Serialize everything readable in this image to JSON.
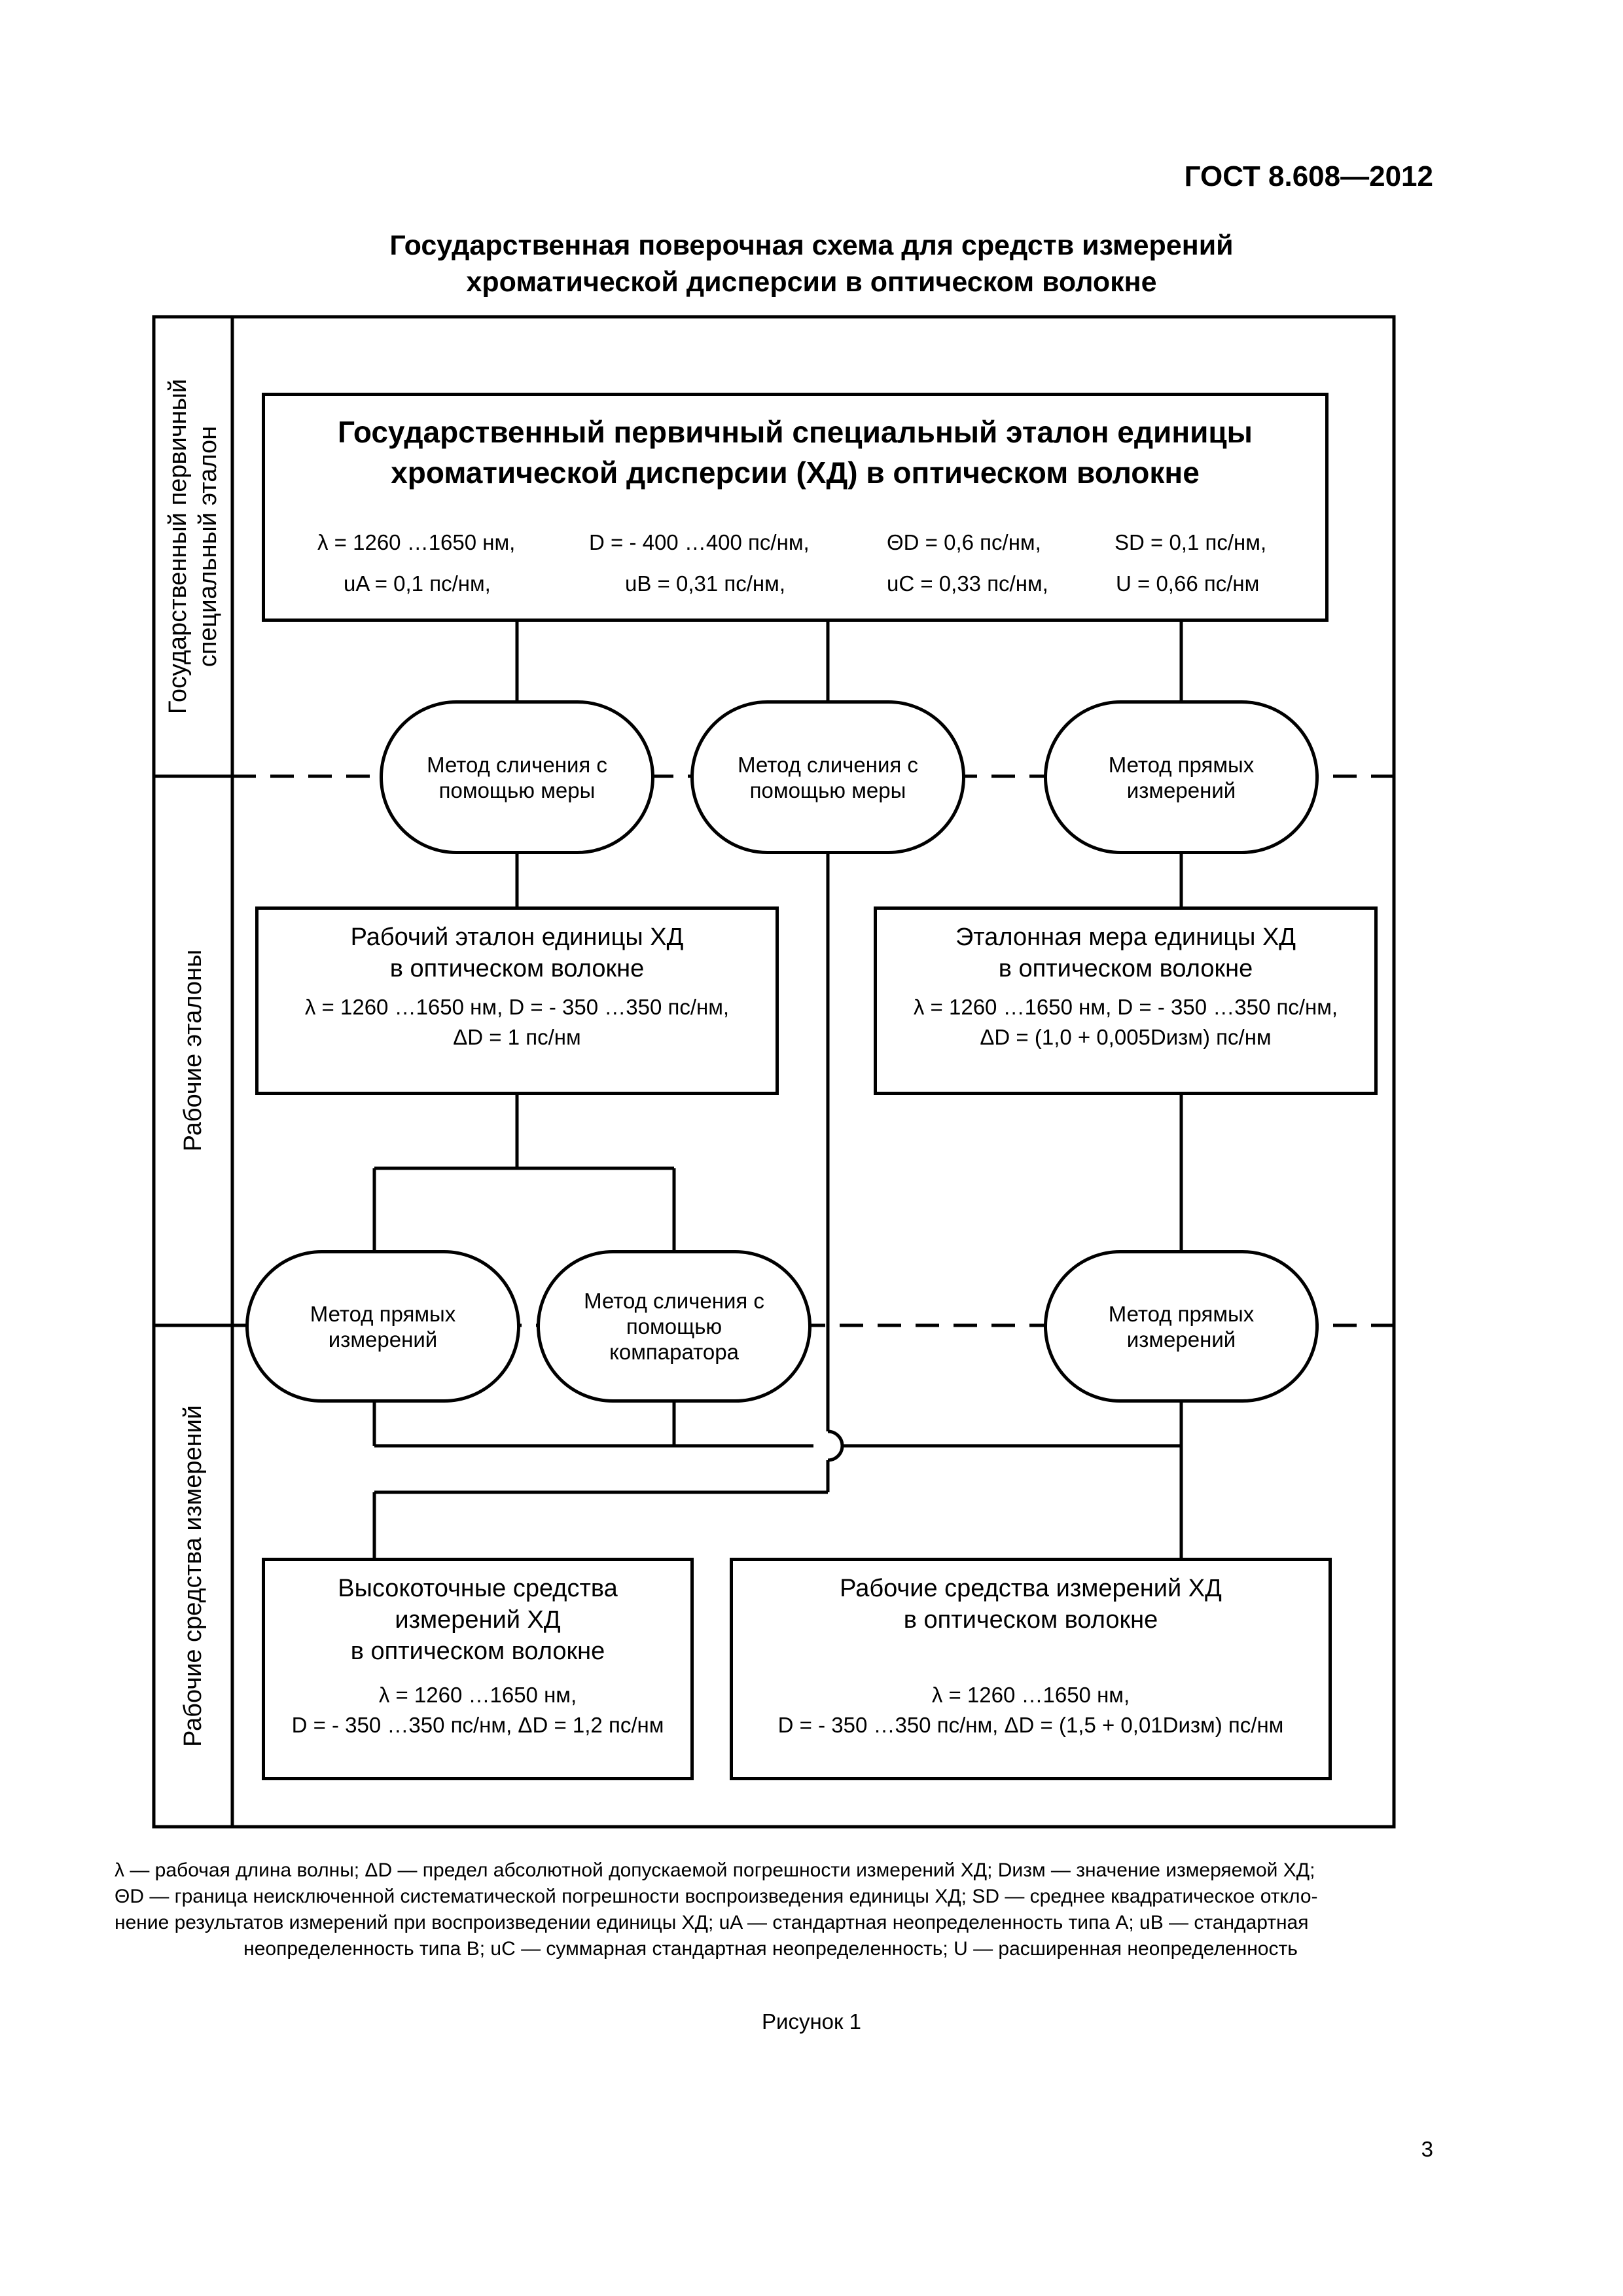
{
  "header": {
    "doc_number": "ГОСТ 8.608—2012"
  },
  "title": {
    "line1": "Государственная поверочная схема для средств измерений",
    "line2": "хроматической дисперсии в оптическом волокне"
  },
  "side_labels": {
    "primary_line1": "Государственный первичный",
    "primary_line2": "специальный эталон",
    "working_standards": "Рабочие эталоны",
    "working_instruments": "Рабочие средства измерений"
  },
  "primary_standard": {
    "title_line1": "Государственный первичный специальный эталон единицы",
    "title_line2": "хроматической дисперсии (ХД) в оптическом волокне",
    "row1": [
      "λ = 1260 …1650 нм,",
      "D = - 400 …400 пс/нм,",
      "ΘD = 0,6 пс/нм,",
      "SD = 0,1 пс/нм,"
    ],
    "row2": [
      "uA = 0,1 пс/нм,",
      "uB = 0,31 пс/нм,",
      "uC = 0,33 пс/нм,",
      "U = 0,66 пс/нм"
    ]
  },
  "methods": {
    "m1": "Метод сличения с помощью меры",
    "m2": "Метод сличения с помощью меры",
    "m3": "Метод прямых измерений",
    "m4": "Метод прямых измерений",
    "m5": "Метод сличения с помощью компаратора",
    "m6": "Метод прямых измерений"
  },
  "working_standard": {
    "title_line1": "Рабочий эталон единицы ХД",
    "title_line2": "в оптическом волокне",
    "param1": "λ = 1260 …1650 нм, D = - 350 …350 пс/нм,",
    "param2": "ΔD = 1 пс/нм"
  },
  "reference_measure": {
    "title_line1": "Эталонная мера единицы ХД",
    "title_line2": "в оптическом волокне",
    "param1": "λ = 1260 …1650 нм, D = - 350 …350 пс/нм,",
    "param2": "ΔD = (1,0 + 0,005Dизм) пс/нм"
  },
  "high_precision": {
    "title_line1": "Высокоточные средства",
    "title_line2": "измерений ХД",
    "title_line3": "в оптическом волокне",
    "param1": "λ = 1260 …1650 нм,",
    "param2": "D = - 350 …350 пс/нм, ΔD = 1,2 пс/нм"
  },
  "working_instruments_box": {
    "title_line1": "Рабочие средства измерений ХД",
    "title_line2": "в оптическом волокне",
    "param1": "λ = 1260 …1650 нм,",
    "param2": "D = - 350 …350 пс/нм,  ΔD = (1,5 + 0,01Dизм) пс/нм"
  },
  "footnote": {
    "line1": "λ — рабочая длина волны; ΔD — предел абсолютной допускаемой погрешности измерений ХД; Dизм — значение измеряемой ХД;",
    "line2": "ΘD — граница неисключенной систематической погрешности воспроизведения единицы ХД; SD — среднее квадратическое откло-",
    "line3": "нение результатов измерений при воспроизведении единицы ХД; uA — стандартная неопределенность типа A; uB — стандартная",
    "line4": "неопределенность типа B; uC — суммарная стандартная неопределенность; U — расширенная неопределенность"
  },
  "caption": "Рисунок 1",
  "page_number": "3"
}
